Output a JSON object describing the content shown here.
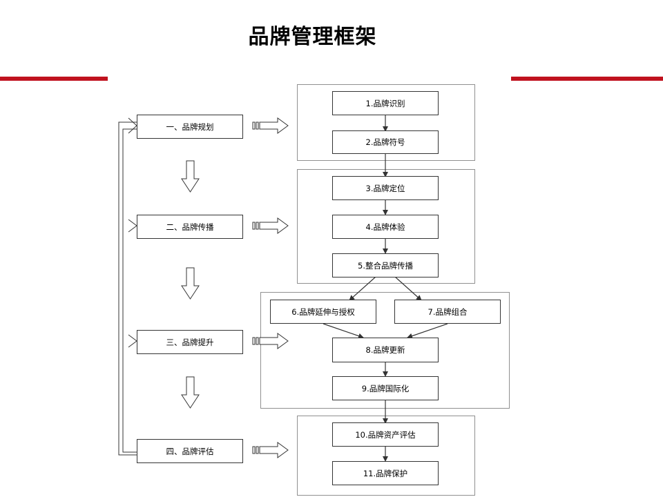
{
  "title": "品牌管理框架",
  "colors": {
    "accent_bar": "#c0121e",
    "frame_border": "#8f8f8f",
    "node_border": "#333333"
  },
  "stages": [
    {
      "id": "stage-1",
      "label": "一、品牌规划"
    },
    {
      "id": "stage-2",
      "label": "二、品牌传播"
    },
    {
      "id": "stage-3",
      "label": "三、品牌提升"
    },
    {
      "id": "stage-4",
      "label": "四、品牌评估"
    }
  ],
  "steps": [
    {
      "id": "step-1",
      "label": "1.品牌识别"
    },
    {
      "id": "step-2",
      "label": "2.品牌符号"
    },
    {
      "id": "step-3",
      "label": "3.品牌定位"
    },
    {
      "id": "step-4",
      "label": "4.品牌体验"
    },
    {
      "id": "step-5",
      "label": "5.整合品牌传播"
    },
    {
      "id": "step-6",
      "label": "6.品牌延伸与授权"
    },
    {
      "id": "step-7",
      "label": "7.品牌组合"
    },
    {
      "id": "step-8",
      "label": "8.品牌更新"
    },
    {
      "id": "step-9",
      "label": "9.品牌国际化"
    },
    {
      "id": "step-10",
      "label": "10.品牌资产评估"
    },
    {
      "id": "step-11",
      "label": "11.品牌保护"
    }
  ],
  "edges": [
    [
      "step-1",
      "step-2"
    ],
    [
      "step-2",
      "step-3"
    ],
    [
      "step-3",
      "step-4"
    ],
    [
      "step-4",
      "step-5"
    ],
    [
      "step-5",
      "step-6"
    ],
    [
      "step-5",
      "step-7"
    ],
    [
      "step-6",
      "step-8"
    ],
    [
      "step-7",
      "step-8"
    ],
    [
      "step-8",
      "step-9"
    ],
    [
      "step-9",
      "step-10"
    ],
    [
      "step-10",
      "step-11"
    ],
    [
      "stage-1",
      "stage-2"
    ],
    [
      "stage-2",
      "stage-3"
    ],
    [
      "stage-3",
      "stage-4"
    ],
    [
      "stage-4",
      "stage-1"
    ]
  ]
}
